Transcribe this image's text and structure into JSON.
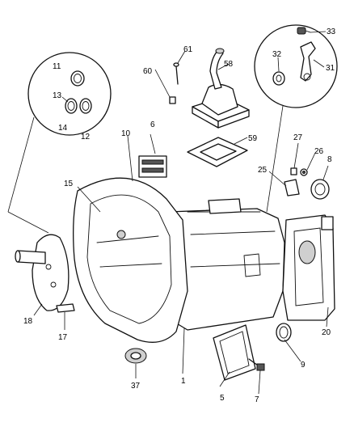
{
  "diagram": {
    "callouts": {
      "c1": "1",
      "c5": "5",
      "c6": "6",
      "c7": "7",
      "c8": "8",
      "c9": "9",
      "c10": "10",
      "c11": "11",
      "c12": "12",
      "c13": "13",
      "c14": "14",
      "c15": "15",
      "c17": "17",
      "c18": "18",
      "c20": "20",
      "c25": "25",
      "c26": "26",
      "c27": "27",
      "c31": "31",
      "c32": "32",
      "c33": "33",
      "c37": "37",
      "c58": "58",
      "c59": "59",
      "c60": "60",
      "c61": "61"
    }
  }
}
